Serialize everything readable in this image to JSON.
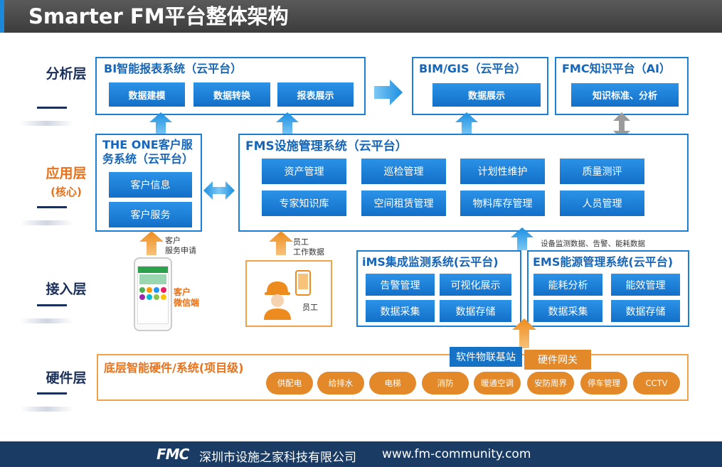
{
  "title": "Smarter FM平台整体架构",
  "layers": {
    "analysis": "分析层",
    "application": "应用层",
    "application_sub": "(核心)",
    "access": "接入层",
    "hardware": "硬件层"
  },
  "bi": {
    "title": "BI智能报表系统（云平台）",
    "items": [
      "数据建模",
      "数据转换",
      "报表展示"
    ]
  },
  "bimgis": {
    "title": "BIM/GIS（云平台）",
    "item": "数据展示"
  },
  "fmc": {
    "title": "FMC知识平台（AI）",
    "item": "知识标准、分析"
  },
  "theone": {
    "title_line1": "THE ONE客户服",
    "title_line2": "务系统（云平台）",
    "items": [
      "客户信息",
      "客户服务"
    ]
  },
  "fms": {
    "title": "FMS设施管理系统（云平台）",
    "items": [
      "资产管理",
      "巡检管理",
      "计划性维护",
      "质量测评",
      "专家知识库",
      "空间租赁管理",
      "物料库存管理",
      "人员管理"
    ]
  },
  "ims": {
    "title": "iMS集成监测系统(云平台)",
    "items": [
      "告警管理",
      "可视化展示",
      "数据采集",
      "数据存储"
    ]
  },
  "ems": {
    "title": "EMS能源管理系统(云平台)",
    "items": [
      "能耗分析",
      "能效管理",
      "数据采集",
      "数据存储"
    ]
  },
  "labels": {
    "customer_request_1": "客户",
    "customer_request_2": "服务申请",
    "customer_wechat_1": "客户",
    "customer_wechat_2": "微信端",
    "staff_data_1": "员工",
    "staff_data_2": "工作数据",
    "staff": "员工",
    "device_data": "设备监测数据、告警、能耗数据"
  },
  "gateways": {
    "software": "软件物联基站",
    "hardware": "硬件网关"
  },
  "hardware": {
    "title": "底层智能硬件/系统(项目级)",
    "items": [
      {
        "l1": "供配",
        "l2": "电"
      },
      {
        "l1": "给排",
        "l2": "水"
      },
      {
        "l1": "电梯",
        "l2": ""
      },
      {
        "l1": "消防",
        "l2": ""
      },
      {
        "l1": "暖通",
        "l2": "空调"
      },
      {
        "l1": "安防",
        "l2": "周界"
      },
      {
        "l1": "停车",
        "l2": "管理"
      },
      {
        "l1": "CCTV",
        "l2": ""
      }
    ]
  },
  "footer": {
    "logo": "FMC",
    "company": "深圳市设施之家科技有限公司",
    "url": "www.fm-community.com"
  },
  "colors": {
    "primary_blue": "#1c7fd6",
    "button_blue": "#1a7fd6",
    "orange": "#e3892a",
    "navy": "#1a2f5a",
    "footer": "#1a3b63"
  }
}
